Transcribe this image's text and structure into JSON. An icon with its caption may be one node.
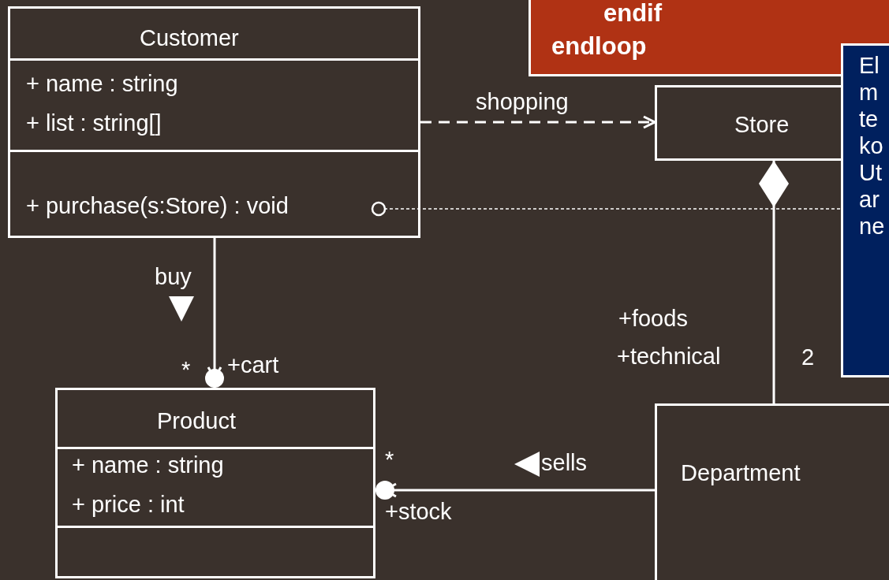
{
  "diagram": {
    "nodes": [
      {
        "text": [
          "endif",
          "endloop"
        ]
      },
      {
        "text": [
          "Customer",
          "+ name : string",
          "+ list : string[]",
          "+ purchase(s:Store) : void"
        ]
      },
      {
        "text": [
          "Store"
        ]
      },
      {
        "text": [
          "El m te ko Ut ar ne"
        ]
      },
      {
        "text": [
          "Product",
          "+ name : string",
          "+ price  : int"
        ]
      },
      {
        "text": [
          "Department"
        ]
      }
    ],
    "edges": [
      {
        "from": 1,
        "to": 2,
        "arrow": "to",
        "label": "shopping",
        "style": "dashed"
      },
      {
        "from": 1,
        "to": 4,
        "arrow": "to",
        "label": "buy"
      },
      {
        "from": 5,
        "to": 4,
        "arrow": "to",
        "label": "sells"
      },
      {
        "from": 5,
        "to": 2,
        "arrow": "other"
      },
      {
        "from": 1,
        "to": 3,
        "arrow": "other",
        "style": "dashed"
      }
    ],
    "labels": [
      "*",
      "+cart",
      "+foods",
      "+technical",
      "2",
      "*",
      "+stock"
    ]
  }
}
